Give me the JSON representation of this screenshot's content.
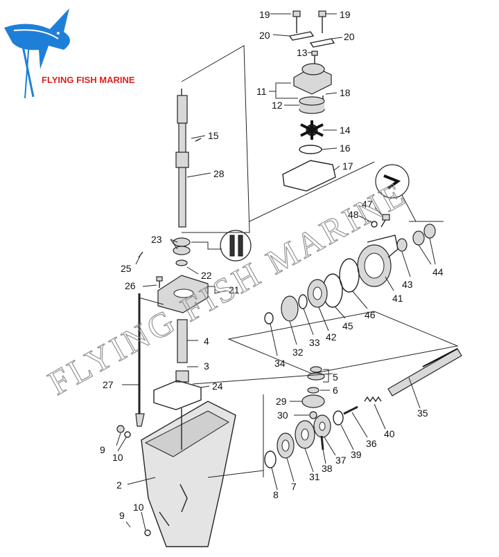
{
  "brand": {
    "name": "FLYING FISH MARINE",
    "primary_color": "#1e7fd8",
    "text_color": "#e02020"
  },
  "watermark": {
    "text": "FLYING FISH MARINE",
    "color": "#8a8a8a"
  },
  "callouts": [
    {
      "id": "19a",
      "text": "19"
    },
    {
      "id": "19b",
      "text": "19"
    },
    {
      "id": "20a",
      "text": "20"
    },
    {
      "id": "20b",
      "text": "20"
    },
    {
      "id": "13",
      "text": "13"
    },
    {
      "id": "11",
      "text": "11"
    },
    {
      "id": "18",
      "text": "18"
    },
    {
      "id": "12",
      "text": "12"
    },
    {
      "id": "14",
      "text": "14"
    },
    {
      "id": "15",
      "text": "15"
    },
    {
      "id": "16",
      "text": "16"
    },
    {
      "id": "17",
      "text": "17"
    },
    {
      "id": "28",
      "text": "28"
    },
    {
      "id": "47",
      "text": "47"
    },
    {
      "id": "48",
      "text": "48"
    },
    {
      "id": "23",
      "text": "23"
    },
    {
      "id": "25",
      "text": "25"
    },
    {
      "id": "22",
      "text": "22"
    },
    {
      "id": "44",
      "text": "44"
    },
    {
      "id": "43",
      "text": "43"
    },
    {
      "id": "26",
      "text": "26"
    },
    {
      "id": "21",
      "text": "21"
    },
    {
      "id": "41",
      "text": "41"
    },
    {
      "id": "46",
      "text": "46"
    },
    {
      "id": "45",
      "text": "45"
    },
    {
      "id": "42",
      "text": "42"
    },
    {
      "id": "33",
      "text": "33"
    },
    {
      "id": "32",
      "text": "32"
    },
    {
      "id": "4",
      "text": "4"
    },
    {
      "id": "34",
      "text": "34"
    },
    {
      "id": "3",
      "text": "3"
    },
    {
      "id": "5",
      "text": "5"
    },
    {
      "id": "27",
      "text": "27"
    },
    {
      "id": "24",
      "text": "24"
    },
    {
      "id": "6",
      "text": "6"
    },
    {
      "id": "35",
      "text": "35"
    },
    {
      "id": "29",
      "text": "29"
    },
    {
      "id": "30",
      "text": "30"
    },
    {
      "id": "40",
      "text": "40"
    },
    {
      "id": "9a",
      "text": "9"
    },
    {
      "id": "10a",
      "text": "10"
    },
    {
      "id": "36",
      "text": "36"
    },
    {
      "id": "39",
      "text": "39"
    },
    {
      "id": "37",
      "text": "37"
    },
    {
      "id": "2",
      "text": "2"
    },
    {
      "id": "38",
      "text": "38"
    },
    {
      "id": "31",
      "text": "31"
    },
    {
      "id": "7",
      "text": "7"
    },
    {
      "id": "8",
      "text": "8"
    },
    {
      "id": "10b",
      "text": "10"
    },
    {
      "id": "9b",
      "text": "9"
    }
  ]
}
